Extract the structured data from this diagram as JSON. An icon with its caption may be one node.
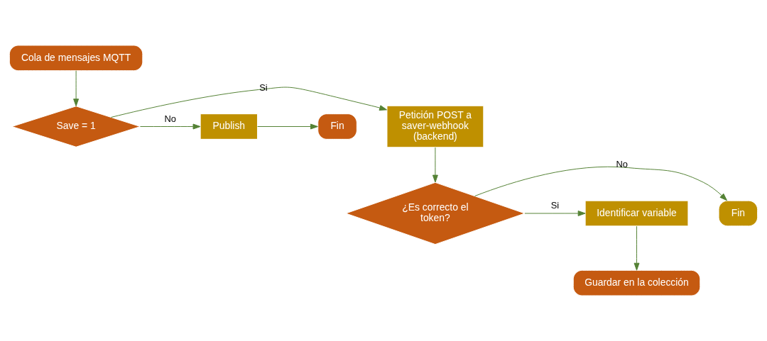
{
  "diagram": {
    "nodes": [
      {
        "text": [
          "Cola de mensajes MQTT"
        ]
      },
      {
        "text": [
          "Save = 1"
        ]
      },
      {
        "text": [
          "Petición POST a saver-webhook (backend)"
        ]
      },
      {
        "text": [
          "Publish"
        ]
      },
      {
        "text": [
          "Fin"
        ]
      },
      {
        "text": [
          "¿Es correcto el token?"
        ]
      },
      {
        "text": [
          "Fin"
        ]
      },
      {
        "text": [
          "Identificar variable"
        ]
      },
      {
        "text": [
          "Guardar en la colección"
        ]
      }
    ],
    "edges": [
      {
        "from": 0,
        "to": 1,
        "arrow": "to"
      },
      {
        "from": 1,
        "to": 2,
        "arrow": "to",
        "label": "Si"
      },
      {
        "from": 1,
        "to": 3,
        "arrow": "to",
        "label": "No"
      },
      {
        "from": 3,
        "to": 4,
        "arrow": "to"
      },
      {
        "from": 2,
        "to": 5,
        "arrow": "to"
      },
      {
        "from": 5,
        "to": 6,
        "arrow": "to",
        "label": "No"
      },
      {
        "from": 5,
        "to": 7,
        "arrow": "to",
        "label": "Si"
      },
      {
        "from": 7,
        "to": 8,
        "arrow": "to"
      }
    ]
  }
}
